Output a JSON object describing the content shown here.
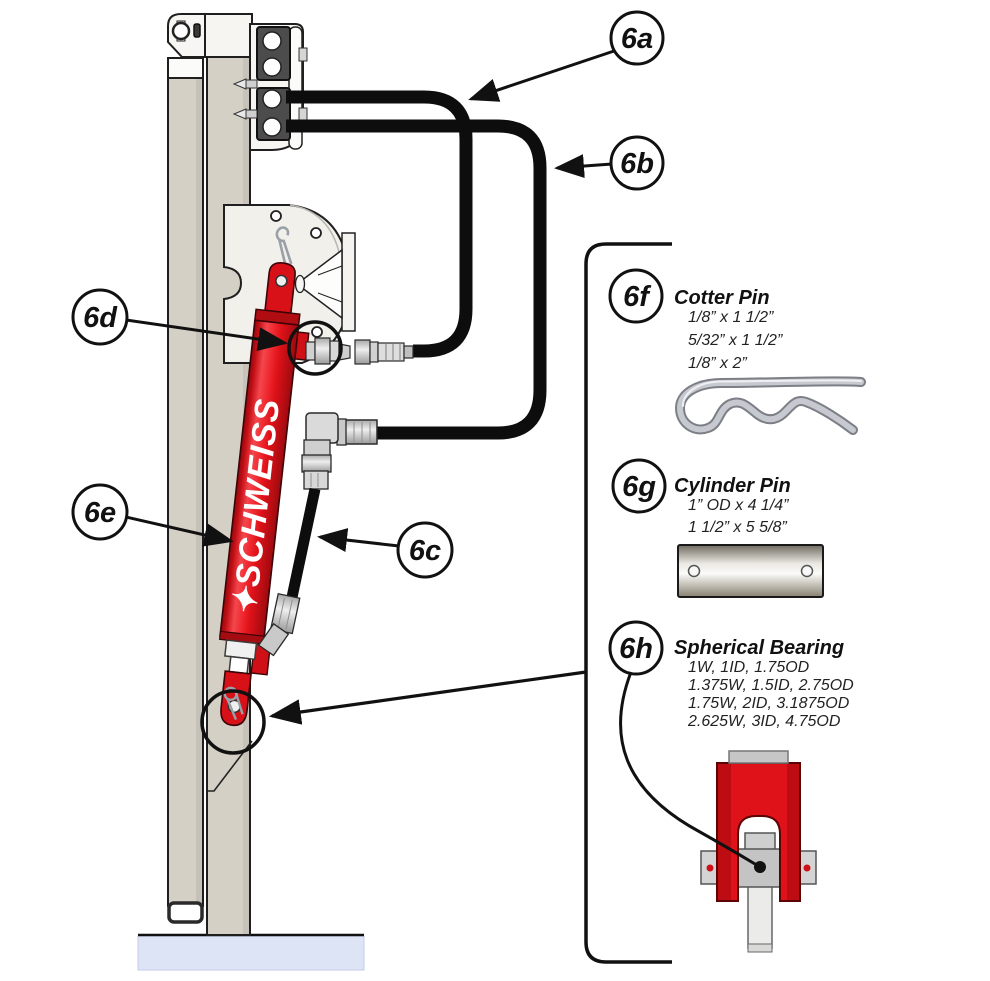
{
  "callouts": {
    "a": "6a",
    "b": "6b",
    "c": "6c",
    "d": "6d",
    "e": "6e"
  },
  "brand": "✦SCHWEISS",
  "parts": {
    "cotter_pin": {
      "id": "6f",
      "name": "Cotter Pin",
      "sizes": [
        "1/8” x 1 1/2”",
        "5/32” x 1 1/2”",
        "1/8” x 2”"
      ]
    },
    "cylinder_pin": {
      "id": "6g",
      "name": "Cylinder Pin",
      "sizes": [
        "1” OD x 4 1/4”",
        "1 1/2” x 5 5/8”"
      ]
    },
    "spherical_bearing": {
      "id": "6h",
      "name": "Spherical Bearing",
      "sizes": [
        "1W, 1ID, 1.75OD",
        "1.375W, 1.5ID, 2.75OD",
        "1.75W, 2ID, 3.1875OD",
        "2.625W, 3ID, 4.75OD"
      ]
    }
  },
  "colors": {
    "cylinder_red": "#e01219",
    "post_beige": "#d4d0c6",
    "ground_blue": "#dde4f6",
    "hose_black": "#0d0d0d"
  }
}
